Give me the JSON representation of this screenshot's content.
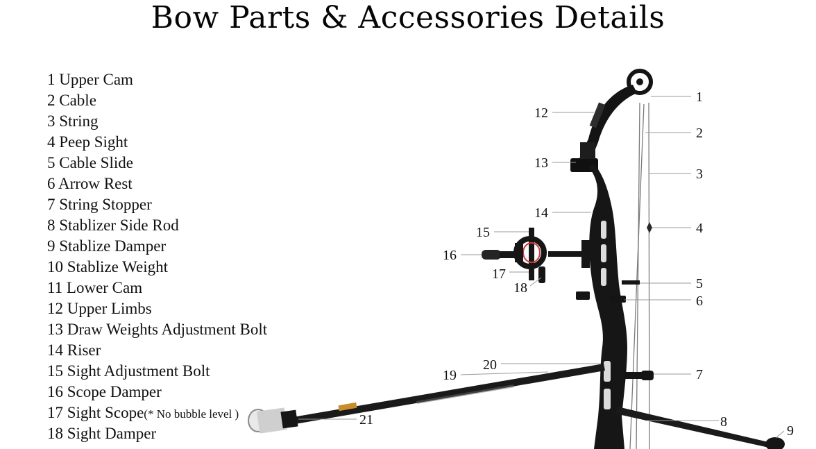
{
  "title": "Bow Parts & Accessories Details",
  "parts": [
    {
      "num": "1",
      "name": "Upper Cam"
    },
    {
      "num": "2",
      "name": "Cable"
    },
    {
      "num": "3",
      "name": "String"
    },
    {
      "num": "4",
      "name": "Peep Sight"
    },
    {
      "num": "5",
      "name": "Cable Slide"
    },
    {
      "num": "6",
      "name": "Arrow Rest"
    },
    {
      "num": "7",
      "name": "String Stopper"
    },
    {
      "num": "8",
      "name": "Stablizer Side Rod"
    },
    {
      "num": "9",
      "name": "Stablize Damper"
    },
    {
      "num": "10",
      "name": "Stablize Weight"
    },
    {
      "num": "11",
      "name": "Lower Cam"
    },
    {
      "num": "12",
      "name": "Upper Limbs"
    },
    {
      "num": "13",
      "name": "Draw Weights Adjustment Bolt"
    },
    {
      "num": "14",
      "name": "Riser"
    },
    {
      "num": "15",
      "name": "Sight Adjustment Bolt"
    },
    {
      "num": "16",
      "name": "Scope Damper"
    },
    {
      "num": "17",
      "name": "Sight Scope",
      "note": "(* No bubble level )"
    },
    {
      "num": "18",
      "name": "Sight Damper"
    }
  ],
  "callouts": [
    "1",
    "2",
    "3",
    "4",
    "5",
    "6",
    "7",
    "8",
    "9",
    "12",
    "13",
    "14",
    "15",
    "16",
    "17",
    "18",
    "19",
    "20",
    "21"
  ],
  "colors": {
    "bow": "#141414",
    "label_line": "#9a9a9a",
    "accent_red": "#d23a3a"
  }
}
